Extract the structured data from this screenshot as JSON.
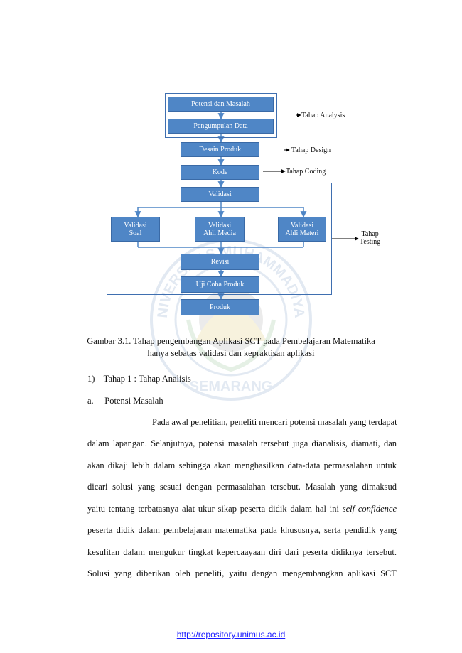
{
  "flowchart": {
    "boxes": {
      "potensi": "Potensi dan Masalah",
      "pengumpulan": "Pengumpulan Data",
      "desain": "Desain Produk",
      "kode": "Kode",
      "validasi": "Validasi",
      "validasi_soal": "Validasi\nSoal",
      "validasi_media": "Validasi\nAhli Media",
      "validasi_materi": "Validasi\nAhli Materi",
      "revisi": "Revisi",
      "uji_coba": "Uji Coba Produk",
      "produk": "Produk"
    },
    "stages": {
      "analysis": "Tahap Analysis",
      "design": "Tahap Design",
      "coding": "Tahap Coding",
      "testing": "Tahap\nTesting"
    }
  },
  "watermark": {
    "text_top": "UNIVERSITAS MUHAMMADIYAH",
    "text_bottom": "SEMARANG"
  },
  "caption": {
    "line1": "Gambar 3.1. Tahap pengembangan Aplikasi SCT pada Pembelajaran Matematika",
    "line2": "hanya sebatas validasi dan kepraktisan aplikasi"
  },
  "headings": {
    "step": "1)    Tahap 1 : Tahap Analisis",
    "sub": "a.     Potensi Masalah"
  },
  "body": {
    "l1": "Pada awal penelitian, peneliti mencari potensi masalah yang terdapat",
    "l2": "dalam lapangan. Selanjutnya, potensi masalah tersebut juga dianalisis, diamati, dan",
    "l3": "akan dikaji lebih dalam sehingga akan menghasilkan data-data permasalahan untuk",
    "l4": "dicari solusi yang sesuai dengan permasalahan tersebut. Masalah yang dimaksud",
    "l5a": "yaitu tentang terbatasnya alat ukur sikap peserta didik dalam hal ini ",
    "l5b": "self confidence",
    "l6": "peserta didik dalam pembelajaran matematika pada khususnya, serta pendidik yang",
    "l7": "kesulitan dalam mengukur tingkat kepercaayaan diri dari peserta didiknya tersebut.",
    "l8": "Solusi yang diberikan oleh peneliti, yaitu dengan mengembangkan aplikasi SCT"
  },
  "footer": {
    "link": "http://repository.unimus.ac.id"
  }
}
